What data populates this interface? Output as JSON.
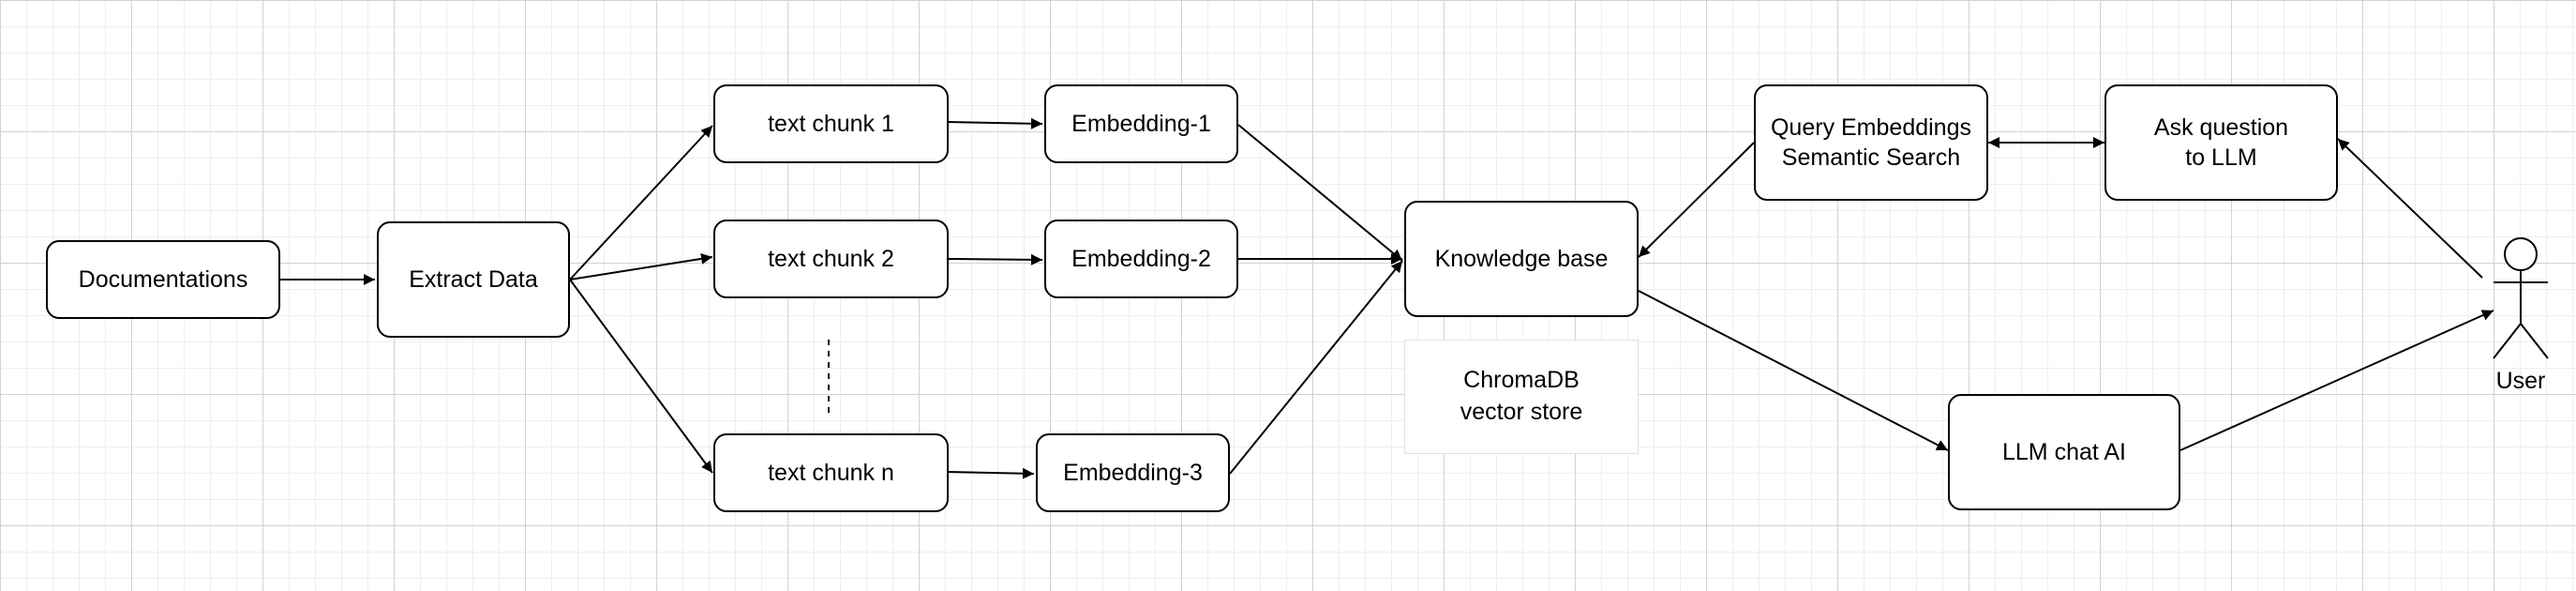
{
  "nodes": {
    "documentations": "Documentations",
    "extract_data": "Extract Data",
    "text_chunk_1": "text chunk 1",
    "text_chunk_2": "text chunk 2",
    "text_chunk_n": "text chunk n",
    "embedding_1": "Embedding-1",
    "embedding_2": "Embedding-2",
    "embedding_3": "Embedding-3",
    "knowledge_base": "Knowledge base",
    "vector_store": "ChromaDB\nvector store",
    "query_embeddings": "Query Embeddings\nSemantic Search",
    "ask_question": "Ask question\nto LLM",
    "llm_chat": "LLM chat AI"
  },
  "actor": {
    "label": "User"
  }
}
